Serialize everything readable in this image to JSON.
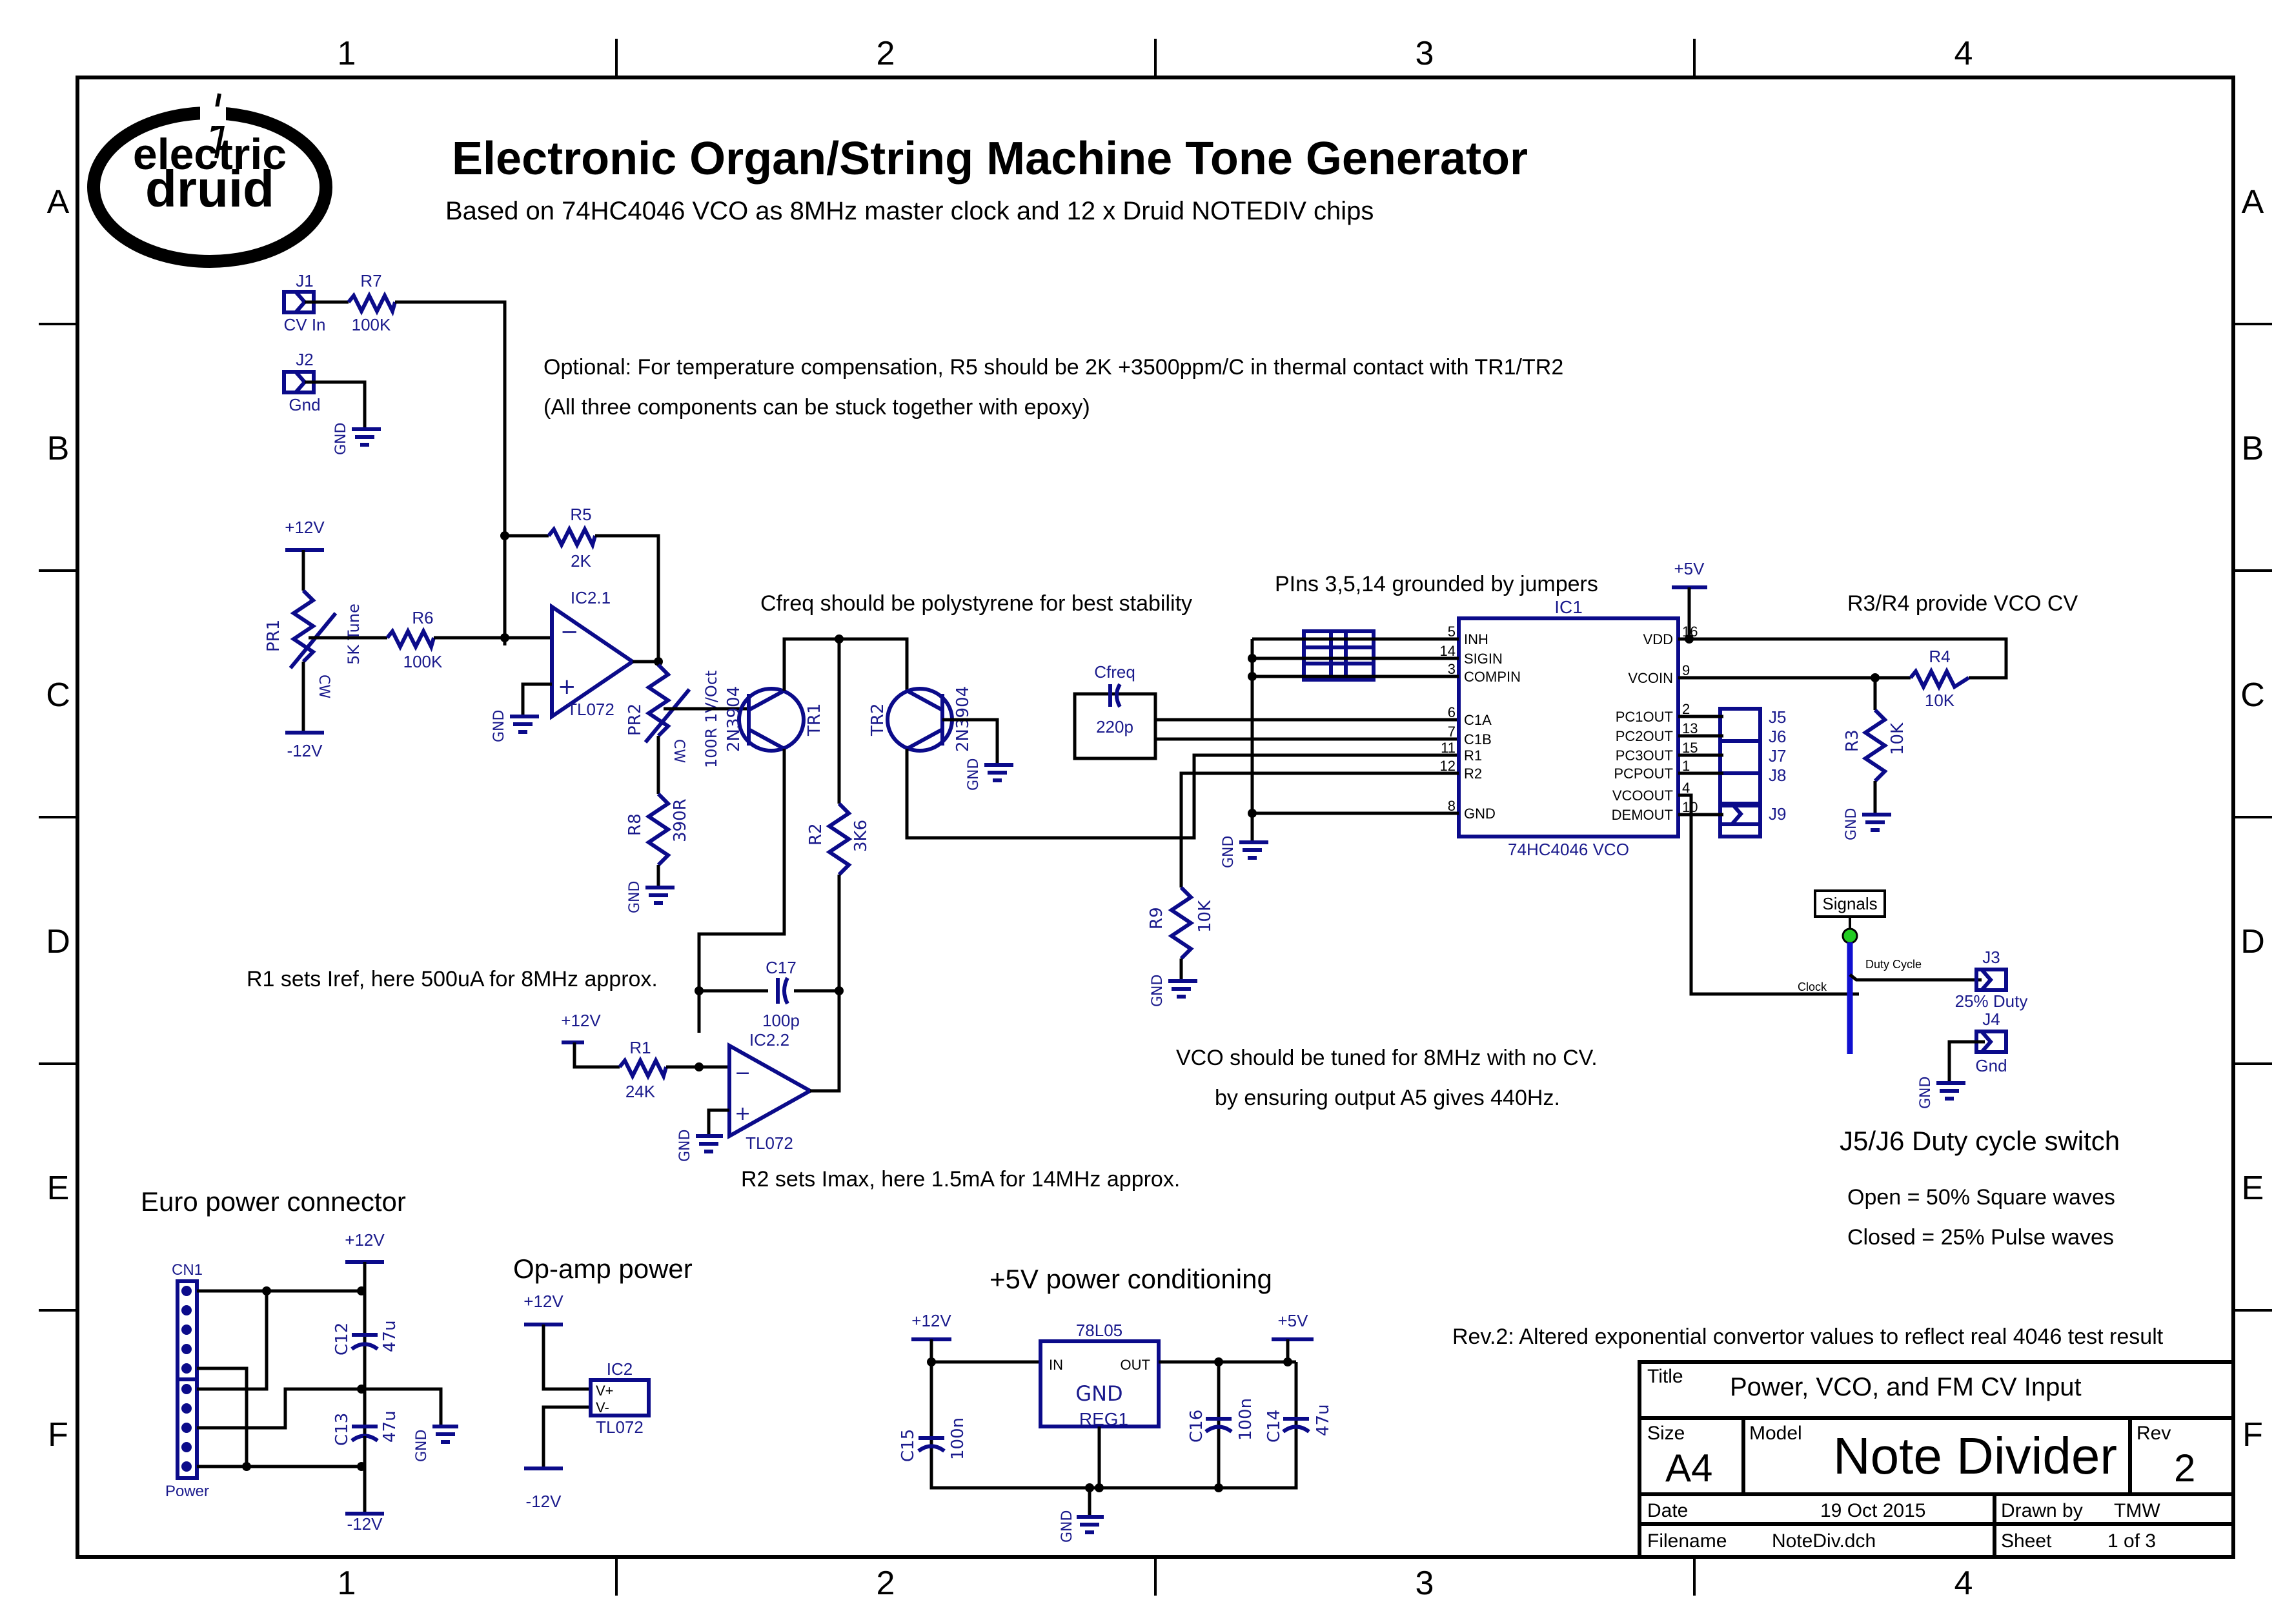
{
  "sheet": {
    "columns": [
      "1",
      "2",
      "3",
      "4"
    ],
    "rows": [
      "A",
      "B",
      "C",
      "D",
      "E",
      "F"
    ]
  },
  "logo": {
    "line1": "electric",
    "line2": "druid"
  },
  "header": {
    "title": "Electronic Organ/String Machine Tone Generator",
    "subtitle": "Based on 74HC4046 VCO as 8MHz master clock and 12 x Druid NOTEDIV chips"
  },
  "notes": {
    "temp_comp_1": "Optional: For temperature compensation, R5 should be 2K +3500ppm/C in thermal contact with TR1/TR2",
    "temp_comp_2": "(All three components can be stuck together with epoxy)",
    "cfreq": "Cfreq should be polystyrene for best stability",
    "jumpers": "PIns 3,5,14 grounded by jumpers",
    "r3r4": "R3/R4 provide VCO CV",
    "r1": "R1 sets Iref, here 500uA for 8MHz approx.",
    "r2": "R2 sets Imax, here 1.5mA for 14MHz approx.",
    "tune_1": "VCO should be tuned for 8MHz with no CV.",
    "tune_2": "by ensuring output A5 gives 440Hz.",
    "duty_title": "J5/J6 Duty cycle switch",
    "duty_open": "Open = 50% Square waves",
    "duty_closed": "Closed = 25% Pulse waves",
    "euro": "Euro power connector",
    "opamp": "Op-amp power",
    "plus5": "+5V power conditioning",
    "rev": "Rev.2: Altered exponential convertor values to reflect real 4046  test result"
  },
  "components": {
    "J1": {
      "ref": "J1",
      "label": "CV In"
    },
    "J2": {
      "ref": "J2",
      "label": "Gnd"
    },
    "J3": {
      "ref": "J3",
      "label": "25% Duty"
    },
    "J4": {
      "ref": "J4",
      "label": "Gnd"
    },
    "J5": "J5",
    "J6": "J6",
    "J7": "J7",
    "J8": "J8",
    "J9": "J9",
    "R1": {
      "ref": "R1",
      "value": "24K"
    },
    "R2": {
      "ref": "R2",
      "value": "3K6"
    },
    "R3": {
      "ref": "R3",
      "value": "10K"
    },
    "R4": {
      "ref": "R4",
      "value": "10K"
    },
    "R5": {
      "ref": "R5",
      "value": "2K"
    },
    "R6": {
      "ref": "R6",
      "value": "100K"
    },
    "R7": {
      "ref": "R7",
      "value": "100K"
    },
    "R8": {
      "ref": "R8",
      "value": "390R"
    },
    "R9": {
      "ref": "R9",
      "value": "10K"
    },
    "PR1": {
      "ref": "PR1",
      "value": "5K Tune",
      "cw": "CW"
    },
    "PR2": {
      "ref": "PR2",
      "value": "100R 1V/Oct",
      "cw": "CW"
    },
    "TR1": {
      "ref": "TR1",
      "value": "2N3904"
    },
    "TR2": {
      "ref": "TR2",
      "value": "2N3904"
    },
    "IC2_1": {
      "ref": "IC2.1",
      "value": "TL072"
    },
    "IC2_2": {
      "ref": "IC2.2",
      "value": "TL072"
    },
    "IC2": {
      "ref": "IC2",
      "value": "TL072",
      "vplus": "V+",
      "vminus": "V-"
    },
    "C17": {
      "ref": "C17",
      "value": "100p"
    },
    "Cfreq": {
      "ref": "Cfreq",
      "value": "220p"
    },
    "C12": {
      "ref": "C12",
      "value": "47u"
    },
    "C13": {
      "ref": "C13",
      "value": "47u"
    },
    "C14": {
      "ref": "C14",
      "value": "47u"
    },
    "C15": {
      "ref": "C15",
      "value": "100n"
    },
    "C16": {
      "ref": "C16",
      "value": "100n"
    },
    "CN1": {
      "ref": "CN1",
      "value": "Power"
    },
    "REG1": {
      "ref": "REG1",
      "value": "78L05",
      "in": "IN",
      "out": "OUT",
      "gnd": "GND"
    },
    "IC1": {
      "ref": "IC1",
      "value": "74HC4046 VCO",
      "left_pins": [
        {
          "num": "5",
          "name": "INH"
        },
        {
          "num": "14",
          "name": "SIGIN"
        },
        {
          "num": "3",
          "name": "COMPIN"
        },
        {
          "num": "6",
          "name": "C1A"
        },
        {
          "num": "7",
          "name": "C1B"
        },
        {
          "num": "11",
          "name": "R1"
        },
        {
          "num": "12",
          "name": "R2"
        },
        {
          "num": "8",
          "name": "GND"
        }
      ],
      "right_pins": [
        {
          "num": "16",
          "name": "VDD"
        },
        {
          "num": "9",
          "name": "VCOIN"
        },
        {
          "num": "2",
          "name": "PC1OUT"
        },
        {
          "num": "13",
          "name": "PC2OUT"
        },
        {
          "num": "15",
          "name": "PC3OUT"
        },
        {
          "num": "1",
          "name": "PCPOUT"
        },
        {
          "num": "4",
          "name": "VCOOUT"
        },
        {
          "num": "10",
          "name": "DEMOUT"
        }
      ]
    }
  },
  "power": {
    "p12": "+12V",
    "m12": "-12V",
    "p5": "+5V",
    "gnd": "GND"
  },
  "bus": {
    "name": "Signals",
    "clock": "Clock",
    "duty": "Duty  Cycle",
    "bus_color": "#1010d0",
    "node_color": "#22cc22"
  },
  "title_block": {
    "title_label": "Title",
    "title_value": "Power, VCO, and FM CV Input",
    "size_label": "Size",
    "size_value": "A4",
    "model_label": "Model",
    "model_value": "Note Divider",
    "rev_label": "Rev",
    "rev_value": "2",
    "date_label": "Date",
    "date_value": "19 Oct 2015",
    "drawn_label": "Drawn by",
    "drawn_value": "TMW",
    "filename_label": "Filename",
    "filename_value": "NoteDiv.dch",
    "sheet_label": "Sheet",
    "sheet_value": "1 of 3"
  }
}
